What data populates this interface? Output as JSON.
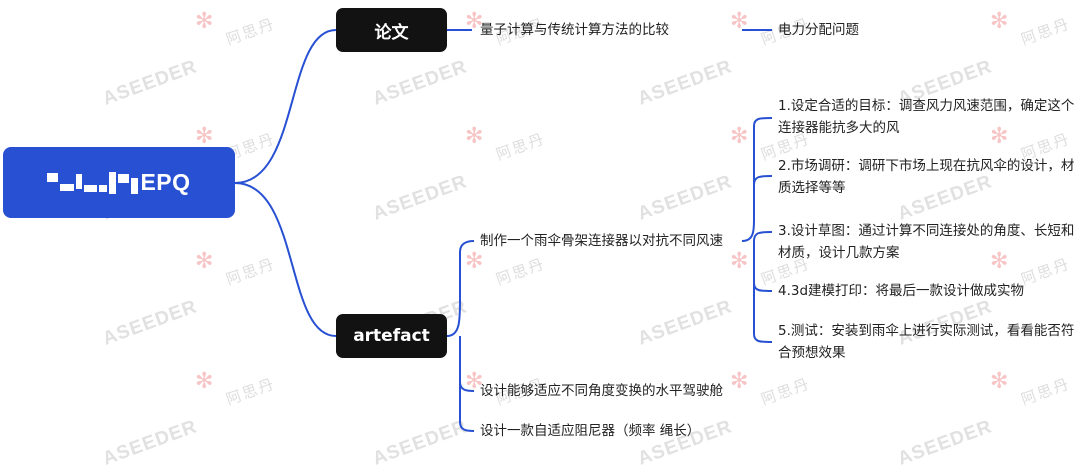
{
  "root": {
    "label": "EPQ",
    "logo_color": "#2750d2"
  },
  "branches": [
    {
      "label": "论文",
      "children": [
        {
          "label": "量子计算与传统计算方法的比较",
          "children": [
            {
              "label": "电力分配问题"
            }
          ]
        }
      ]
    },
    {
      "label": "artefact",
      "children": [
        {
          "label": "制作一个雨伞骨架连接器以对抗不同风速",
          "children": [
            {
              "label": "1.设定合适的目标：调查风力风速范围，确定这个连接器能抗多大的风"
            },
            {
              "label": "2.市场调研：调研下市场上现在抗风伞的设计，材质选择等等"
            },
            {
              "label": "3.设计草图：通过计算不同连接处的角度、长短和材质，设计几款方案"
            },
            {
              "label": "4.3d建模打印：将最后一款设计做成实物"
            },
            {
              "label": "5.测试：安装到雨伞上进行实际测试，看看能否符合预想效果"
            }
          ]
        },
        {
          "label": "设计能够适应不同角度变换的水平驾驶舱"
        },
        {
          "label": "设计一款自适应阻尼器（频率 绳长）"
        }
      ]
    }
  ],
  "watermark": {
    "brand_cn": "阿思丹",
    "brand_en": "ASEEDER"
  },
  "colors": {
    "line": "#2750d2",
    "branch_bg": "#121212",
    "root_bg": "#2750d2"
  }
}
